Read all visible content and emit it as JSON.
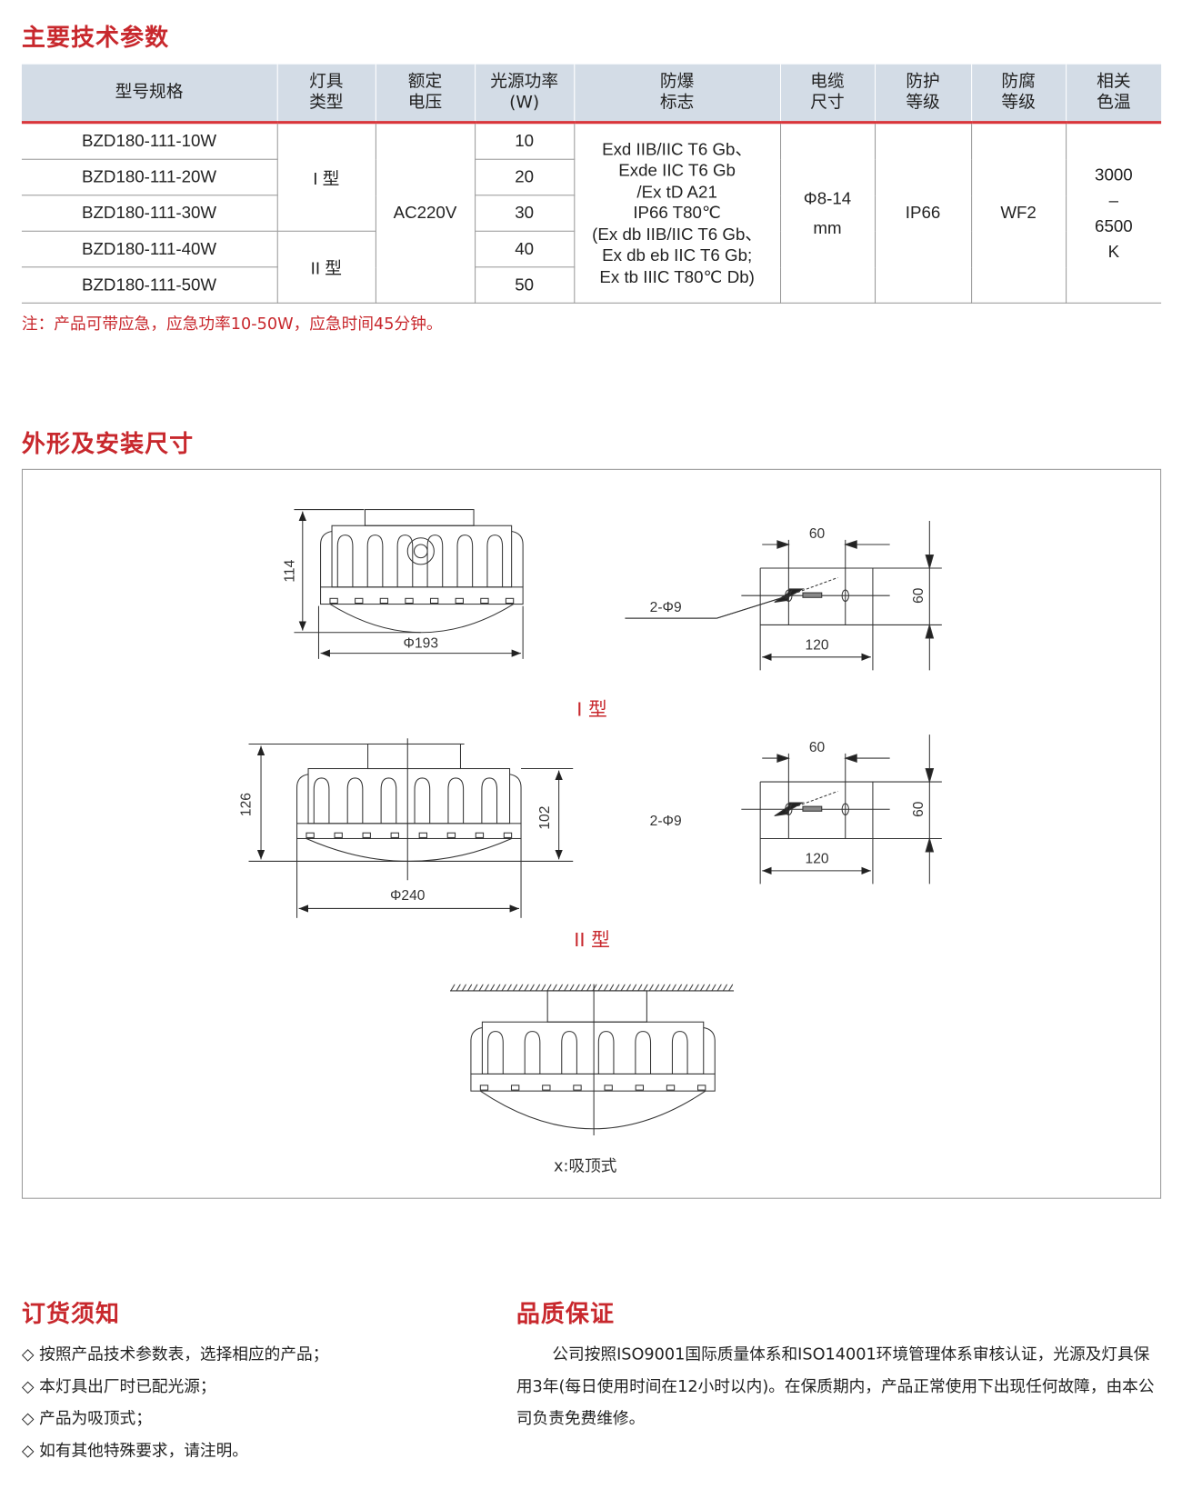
{
  "section1": {
    "title": "主要技术参数",
    "headers": [
      "型号规格",
      "灯具\n类型",
      "额定\n电压",
      "光源功率\n(W)",
      "防爆\n标志",
      "电缆\n尺寸",
      "防护\n等级",
      "防腐\n等级",
      "相关\n色温"
    ],
    "models": [
      "BZD180-111-10W",
      "BZD180-111-20W",
      "BZD180-111-30W",
      "BZD180-111-40W",
      "BZD180-111-50W"
    ],
    "types": [
      "I 型",
      "II 型"
    ],
    "voltage": "AC220V",
    "powers": [
      "10",
      "20",
      "30",
      "40",
      "50"
    ],
    "ex_marks": [
      "Exd IIB/IIC T6 Gb、",
      "Exde IIC T6 Gb",
      "/Ex tD A21",
      "IP66 T80℃",
      "(Ex db IIB/IIC T6 Gb、",
      "Ex db eb IIC T6 Gb;",
      "Ex tb IIIC T80℃ Db)"
    ],
    "cable": [
      "Φ8-14",
      "mm"
    ],
    "ip": "IP66",
    "anticorrosion": "WF2",
    "color_temp": [
      "3000",
      "–",
      "6500",
      "K"
    ],
    "note": "注：产品可带应急，应急功率10-50W，应急时间45分钟。"
  },
  "section2": {
    "title": "外形及安装尺寸",
    "type1": {
      "label": "I 型",
      "height": "114",
      "diameter": "Φ193"
    },
    "type2": {
      "label": "II 型",
      "height": "126",
      "body_height": "102",
      "diameter": "Φ240"
    },
    "mount": {
      "spacing": "60",
      "width": "120",
      "depth": "60",
      "holes": "2-Φ9"
    },
    "ceiling_label": "x:吸顶式"
  },
  "ordering": {
    "title": "订货须知",
    "items": [
      "◇ 按照产品技术参数表，选择相应的产品；",
      "◇ 本灯具出厂时已配光源；",
      "◇ 产品为吸顶式；",
      "◇ 如有其他特殊要求，请注明。"
    ]
  },
  "quality": {
    "title": "品质保证",
    "text": "公司按照ISO9001国际质量体系和ISO14001环境管理体系审核认证，光源及灯具保用3年(每日使用时间在12小时以内)。在保质期内，产品正常使用下出现任何故障，由本公司负责免费维修。"
  },
  "colors": {
    "accent": "#c8282d",
    "header_bg": "#d3dce6"
  }
}
